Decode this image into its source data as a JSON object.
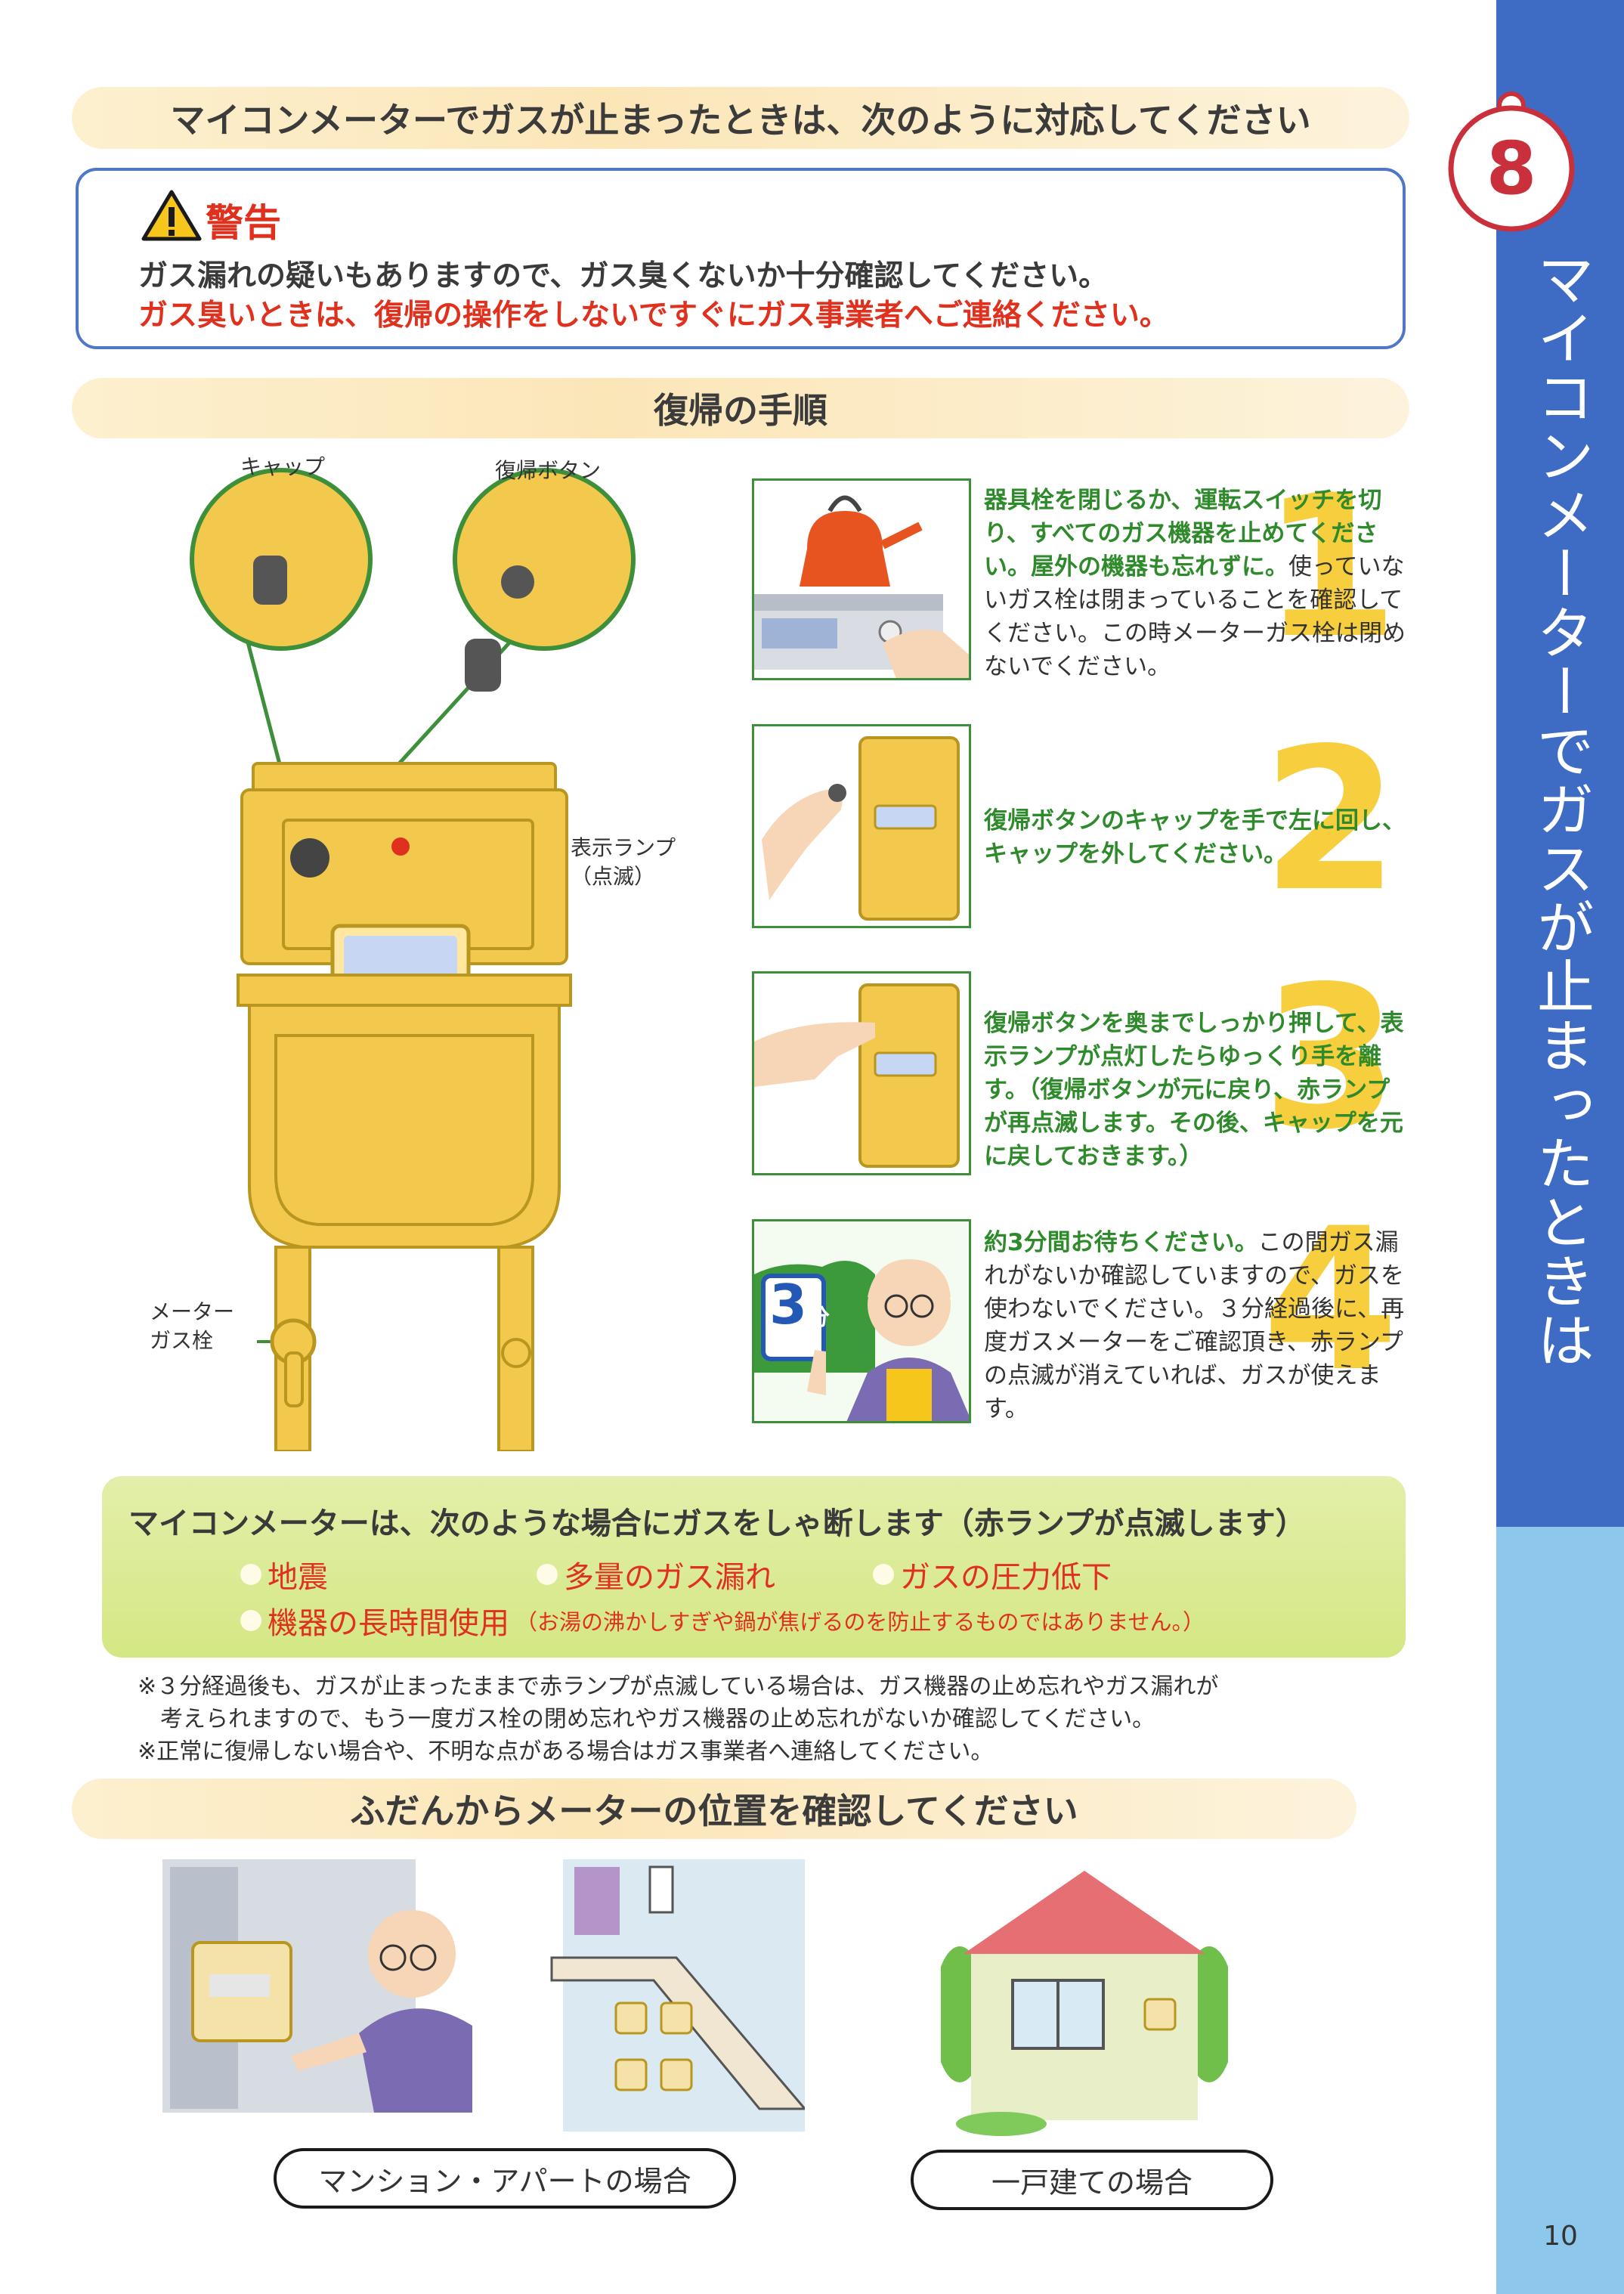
{
  "sidebar": {
    "title": "マイコンメーターでガスが止まったときは",
    "chapter_number": "8",
    "page_number": "10"
  },
  "header": {
    "title": "マイコンメーターでガスが止まったときは、次のように対応してください"
  },
  "warning": {
    "title": "警告",
    "line1": "ガス漏れの疑いもありますので、ガス臭くないか十分確認してください。",
    "line2": "ガス臭いときは、復帰の操作をしないですぐにガス事業者へご連絡ください。"
  },
  "procedure": {
    "title": "復帰の手順",
    "labels": {
      "cap": "キャップ",
      "reset_button": "復帰ボタン",
      "lamp_line1": "表示ランプ",
      "lamp_line2": "（点滅）",
      "valve_line1": "メーター",
      "valve_line2": "ガス栓"
    },
    "steps": [
      {
        "number": "1",
        "em": "器具栓を閉じるか、運転スイッチを切り、すべてのガス機器を止めてください。屋外の機器も忘れずに。",
        "text": "使っていないガス栓は閉まっていることを確認してください。この時メーターガス栓は閉めないでください。"
      },
      {
        "number": "2",
        "em": "復帰ボタンのキャップを手で左に回し、キャップを外してください。",
        "text": ""
      },
      {
        "number": "3",
        "em": "復帰ボタンを奥までしっかり押して、表示ランプが点灯したらゆっくり手を離す。（復帰ボタンが元に戻り、赤ランプが再点滅します。その後、キャップを元に戻しておきます。）",
        "text": ""
      },
      {
        "number": "4",
        "em": "約3分間お待ちください。",
        "text": "この間ガス漏れがないか確認していますので、ガスを使わないでください。３分経過後に、再度ガスメーターをご確認頂き、赤ランプの点滅が消えていれば、ガスが使えます。",
        "badge_num": "3",
        "badge_unit": "分"
      }
    ]
  },
  "shutoff": {
    "title": "マイコンメーターは、次のような場合にガスをしゃ断します（赤ランプが点滅します）",
    "items": [
      "地震",
      "多量のガス漏れ",
      "ガスの圧力低下",
      "機器の長時間使用"
    ],
    "item4_note": "（お湯の沸かしすぎや鍋が焦げるのを防止するものではありません。）"
  },
  "notes": {
    "note1_line1": "※３分経過後も、ガスが止まったままで赤ランプが点滅している場合は、ガス機器の止め忘れやガス漏れが",
    "note1_line2": "考えられますので、もう一度ガス栓の閉め忘れやガス機器の止め忘れがないか確認してください。",
    "note2": "※正常に復帰しない場合や、不明な点がある場合はガス事業者へ連絡してください。"
  },
  "location": {
    "title": "ふだんからメーターの位置を確認してください",
    "apartment": "マンション・アパートの場合",
    "house": "一戸建ての場合"
  },
  "colors": {
    "sidebar_blue": "#3e6cc4",
    "sidebar_light": "#8ec7ec",
    "warning_red": "#e0301e",
    "step_green": "#2f8a2c",
    "meter_yellow": "#f2c94c"
  }
}
